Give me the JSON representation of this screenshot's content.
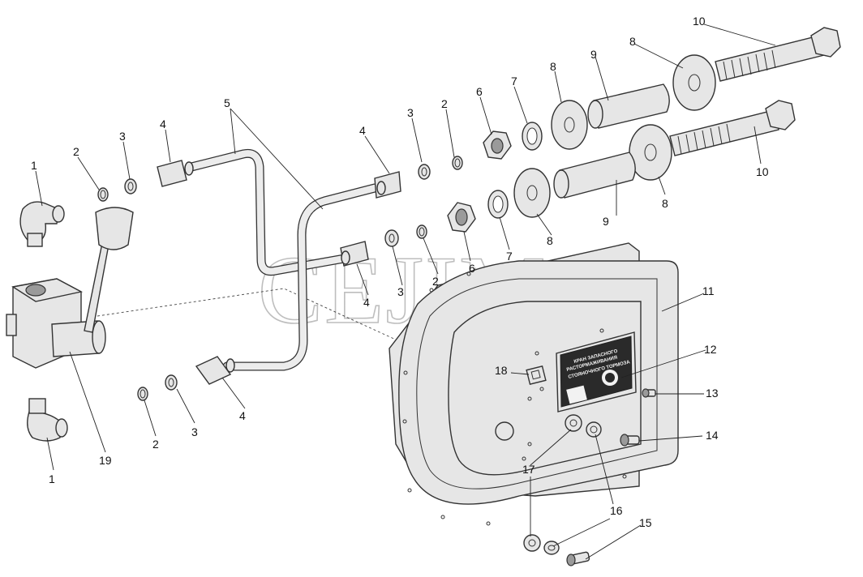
{
  "callouts": {
    "c1a": "1",
    "c1b": "1",
    "c2a": "2",
    "c2b": "2",
    "c2c": "2",
    "c2d": "2",
    "c3a": "3",
    "c3b": "3",
    "c3c": "3",
    "c3d": "3",
    "c4a": "4",
    "c4b": "4",
    "c4c": "4",
    "c4d": "4",
    "c5": "5",
    "c6a": "6",
    "c6b": "6",
    "c7a": "7",
    "c7b": "7",
    "c8a": "8",
    "c8b": "8",
    "c8c": "8",
    "c9a": "9",
    "c9b": "9",
    "c10a": "10",
    "c10b": "10",
    "c11": "11",
    "c12": "12",
    "c13": "13",
    "c14": "14",
    "c15": "15",
    "c16": "16",
    "c17": "17",
    "c18": "18",
    "c19": "19"
  },
  "nameplate_lines": [
    "КРАН ЗАПАСНОГО",
    "РАСТОРМАЖИВАНИЯ",
    "СТОЯНОЧНОГО ТОРМОЗА"
  ],
  "watermark": "CEJIM"
}
